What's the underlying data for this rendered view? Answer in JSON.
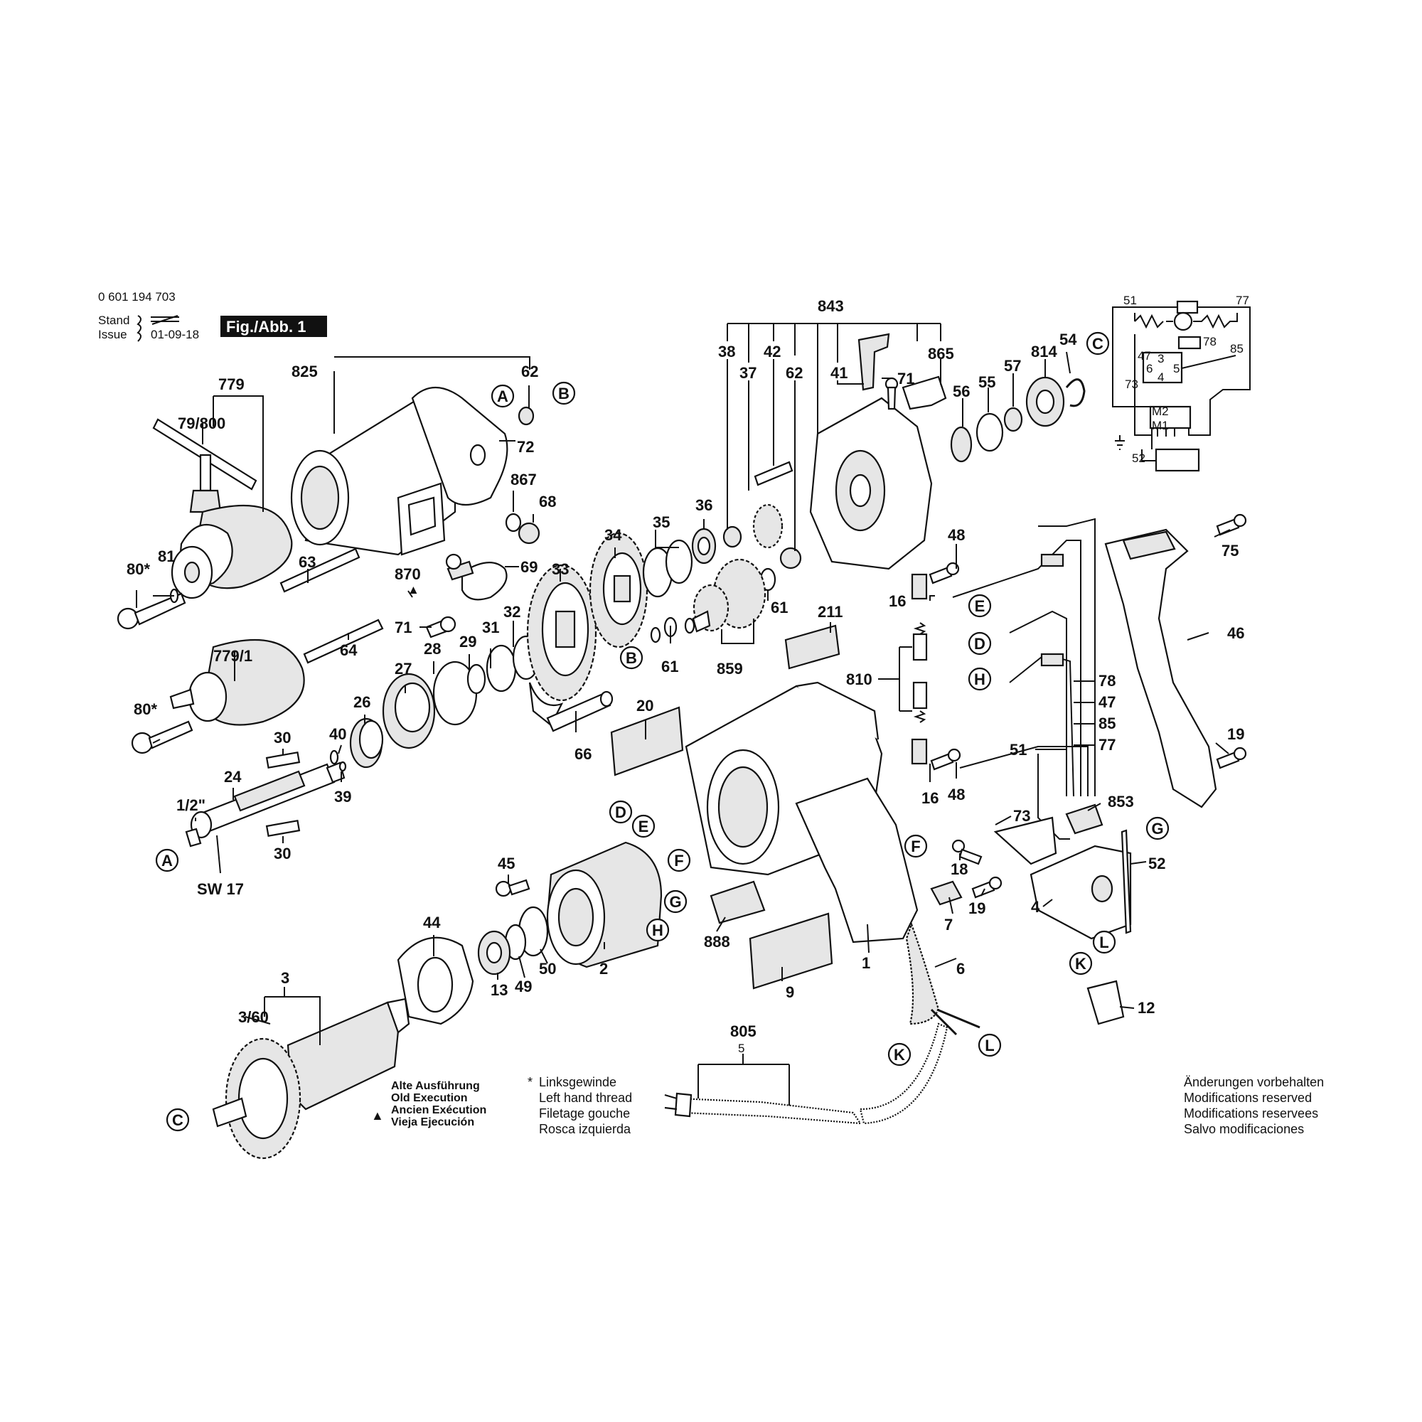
{
  "header": {
    "part_number": "0 601 194 703",
    "stand_label": "Stand",
    "issue_label": "Issue",
    "date": "01-09-18",
    "figure_label": "Fig./Abb. 1"
  },
  "labels": {
    "l779": "779",
    "l79800": "79/800",
    "l825": "825",
    "l62a": "62",
    "l72": "72",
    "l867": "867",
    "l68": "68",
    "l69": "69",
    "l870": "870",
    "l63": "63",
    "l64": "64",
    "l71a": "71",
    "l80a": "80*",
    "l81": "81",
    "l7791": "779/1",
    "l80b": "80*",
    "l843": "843",
    "l38": "38",
    "l37": "37",
    "l42": "42",
    "l62b": "62",
    "l41": "41",
    "l71b": "71",
    "l865": "865",
    "l56": "56",
    "l55": "55",
    "l57": "57",
    "l814": "814",
    "l54": "54",
    "l36": "36",
    "l35": "35",
    "l34": "34",
    "l33": "33",
    "l61a": "61",
    "l61b": "61",
    "l859": "859",
    "l32": "32",
    "l31": "31",
    "l29": "29",
    "l28": "28",
    "l27": "27",
    "l26": "26",
    "l40": "40",
    "l39": "39",
    "l30a": "30",
    "l30b": "30",
    "l24": "24",
    "l12in": "1/2\"",
    "lsw17": "SW 17",
    "l66": "66",
    "l20": "20",
    "l211": "211",
    "l48a": "48",
    "l48b": "48",
    "l16a": "16",
    "l16b": "16",
    "l810": "810",
    "l75": "75",
    "l46": "46",
    "l19a": "19",
    "l78": "78",
    "l47": "47",
    "l85": "85",
    "l77": "77",
    "l51": "51",
    "l853": "853",
    "l73": "73",
    "l18": "18",
    "l19b": "19",
    "l4": "4",
    "l52": "52",
    "l7": "7",
    "l6": "6",
    "l12": "12",
    "l45": "45",
    "l44": "44",
    "l13": "13",
    "l49": "49",
    "l50": "50",
    "l2": "2",
    "l888": "888",
    "l9": "9",
    "l1": "1",
    "l3": "3",
    "l360": "3/60",
    "l805": "805",
    "l5": "5"
  },
  "callouts": {
    "A": "A",
    "B": "B",
    "C": "C",
    "D": "D",
    "E": "E",
    "F": "F",
    "G": "G",
    "H": "H",
    "K": "K",
    "L": "L"
  },
  "schematic": {
    "s51": "51",
    "s77": "77",
    "s47": "47",
    "s78": "78",
    "s85": "85",
    "s3": "3",
    "s6": "6",
    "s5": "5",
    "s4": "4",
    "s73": "73",
    "sM2": "M2",
    "sM1": "M1",
    "s52": "52"
  },
  "legend_old": {
    "symbol": "▲",
    "lines": [
      "Alte Ausführung",
      "Old Execution",
      "Ancien Exécution",
      "Vieja Ejecución"
    ]
  },
  "legend_thread": {
    "symbol": "*",
    "lines": [
      "Linksgewinde",
      "Left hand thread",
      "Filetage gouche",
      "Rosca izquierda"
    ]
  },
  "legend_mod": {
    "lines": [
      "Änderungen vorbehalten",
      "Modifications reserved",
      "Modifications reservees",
      "Salvo modificaciones"
    ]
  }
}
